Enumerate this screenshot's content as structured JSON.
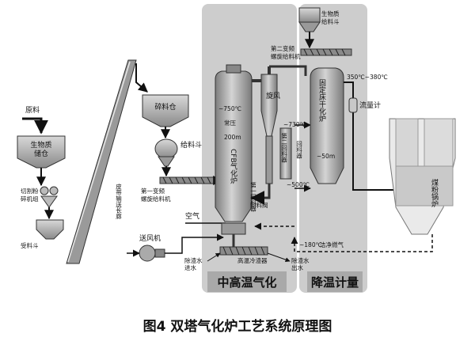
{
  "caption": "图4  双塔气化炉工艺系统原理图",
  "zones": {
    "gasification": "中高温气化",
    "cooling": "降温计量"
  },
  "labels": {
    "raw_material": "原料",
    "biomass": "生物质",
    "storage": "储仓",
    "cutter": "切割粉",
    "crusher": "碎机组",
    "receiving_hopper": "受料斗",
    "conveyor": "皮带输送长廊",
    "crushed_bin": "碎料仓",
    "feed_hopper": "给料斗",
    "screw_feeder_1a": "第一变频",
    "screw_feeder_1b": "螺旋给料机",
    "air": "空气",
    "blower": "送风机",
    "slag_out_a": "除渣水",
    "slag_out_b": "进水",
    "slag_cooler": "高温冷渣器",
    "slag_out_c": "除渣水",
    "slag_out_d": "出水",
    "temp_750": "~750℃",
    "temp_730": "~730℃",
    "temp_500": "~500℃",
    "temp_180": "~180℃",
    "clean_gas": "洁净燃气",
    "cfb_temp_mark": "常压",
    "cfb_height": "200m",
    "cfb_name": "CFB气化炉",
    "cyclone": "旋风",
    "separator_1": "第一回料器",
    "separator_2": "回料器",
    "return_valve": "回料阀",
    "cyclone_2": "第二回料器",
    "feed_2a": "第二变频",
    "feed_2b": "螺旋给料机",
    "biomass_feed_a": "生物质",
    "biomass_feed_b": "给料斗",
    "fixed_bed": "固定床干化炉",
    "fixed_bed_temp": "~50m",
    "temp_350": "350℃~380℃",
    "flowmeter": "流量计",
    "boiler": "煤粉锅炉"
  },
  "colors": {
    "zone": "#c9c9c9",
    "vessel": "#a7a7a7",
    "line": "#111111"
  }
}
